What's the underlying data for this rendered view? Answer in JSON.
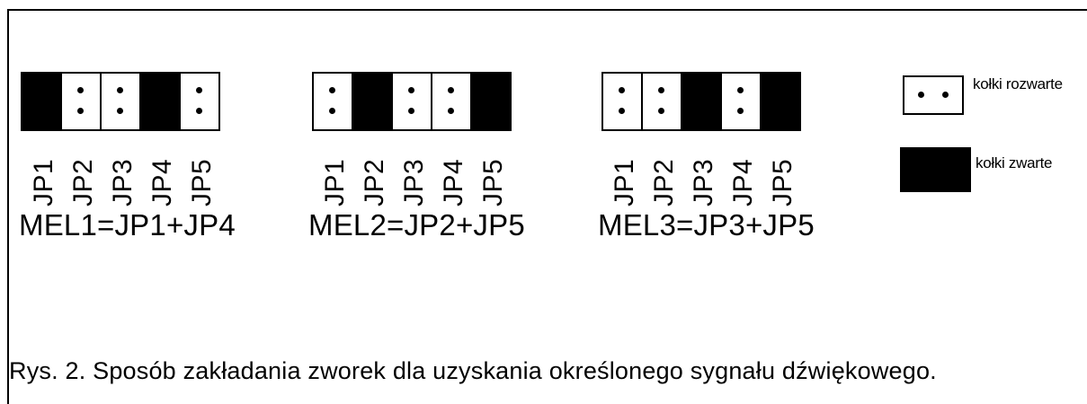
{
  "groups": [
    {
      "jumpers": [
        {
          "label": "JP1",
          "state": "closed"
        },
        {
          "label": "JP2",
          "state": "open"
        },
        {
          "label": "JP3",
          "state": "open"
        },
        {
          "label": "JP4",
          "state": "closed"
        },
        {
          "label": "JP5",
          "state": "open"
        }
      ],
      "formula": "MEL1=JP1+JP4"
    },
    {
      "jumpers": [
        {
          "label": "JP1",
          "state": "open"
        },
        {
          "label": "JP2",
          "state": "closed"
        },
        {
          "label": "JP3",
          "state": "open"
        },
        {
          "label": "JP4",
          "state": "open"
        },
        {
          "label": "JP5",
          "state": "closed"
        }
      ],
      "formula": "MEL2=JP2+JP5"
    },
    {
      "jumpers": [
        {
          "label": "JP1",
          "state": "open"
        },
        {
          "label": "JP2",
          "state": "open"
        },
        {
          "label": "JP3",
          "state": "closed"
        },
        {
          "label": "JP4",
          "state": "open"
        },
        {
          "label": "JP5",
          "state": "closed"
        }
      ],
      "formula": "MEL3=JP3+JP5"
    }
  ],
  "legend": {
    "open_label": "kołki rozwarte",
    "closed_label": "kołki zwarte"
  },
  "caption": "Rys. 2. Sposób zakładania zworek dla uzyskania określonego sygnału dźwiękowego."
}
